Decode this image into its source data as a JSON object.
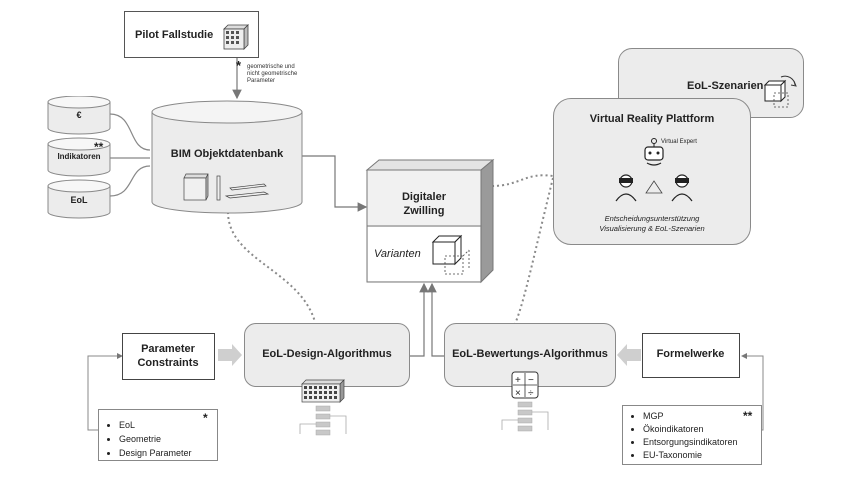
{
  "pilot": {
    "title": "Pilot Fallstudie",
    "asterisk": "*",
    "note_line1": "geometrische und",
    "note_line2": "nicht geometrische",
    "note_line3": "Parameter"
  },
  "inputs": {
    "euro": "€",
    "indikatoren": "Indikatoren",
    "indikatoren_mark": "**",
    "eol": "EoL"
  },
  "bim": {
    "title": "BIM Objektdatenbank"
  },
  "twin": {
    "title_line1": "Digitaler",
    "title_line2": "Zwilling",
    "varianten": "Varianten"
  },
  "scenarios": {
    "title": "EoL-Szenarien"
  },
  "vr": {
    "title": "Virtual Reality Plattform",
    "expert": "Virtual Expert",
    "line1": "Entscheidungsunterstützung",
    "line2": "Visualisierung & EoL-Szenarien"
  },
  "params": {
    "line1": "Parameter",
    "line2": "Constraints"
  },
  "design": {
    "title": "EoL-Design-Algorithmus"
  },
  "bewertung": {
    "title": "EoL-Bewertungs-Algorithmus"
  },
  "formel": {
    "title": "Formelwerke"
  },
  "left_list": {
    "mark": "*",
    "items": [
      "EoL",
      "Geometrie",
      "Design Parameter"
    ]
  },
  "right_list": {
    "mark": "**",
    "items": [
      "MGP",
      "Ökoindikatoren",
      "Entsorgungsindikatoren",
      "EU-Taxonomie"
    ]
  }
}
